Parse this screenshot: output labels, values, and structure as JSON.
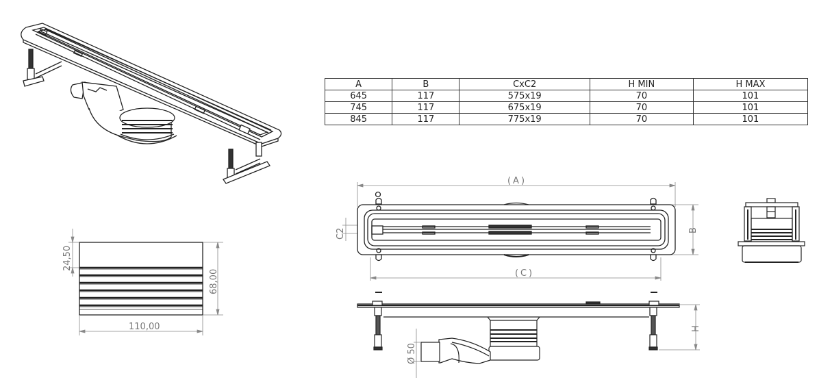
{
  "spec_table": {
    "headers": [
      "A",
      "B",
      "CxC2",
      "H MIN",
      "H MAX"
    ],
    "rows": [
      [
        "645",
        "117",
        "575x19",
        "70",
        "101"
      ],
      [
        "745",
        "117",
        "675x19",
        "70",
        "101"
      ],
      [
        "845",
        "117",
        "775x19",
        "70",
        "101"
      ]
    ]
  },
  "siphon_view": {
    "dim_top": "24,50",
    "dim_height": "68,00",
    "dim_width": "110,00"
  },
  "top_view": {
    "label_a": "A",
    "label_b": "B",
    "label_c": "C",
    "label_c2": "C2"
  },
  "side_view": {
    "label_h": "H",
    "label_pipe": "Ø 50"
  },
  "colors": {
    "line": "#222222",
    "dimension": "#888888",
    "background": "#ffffff"
  }
}
